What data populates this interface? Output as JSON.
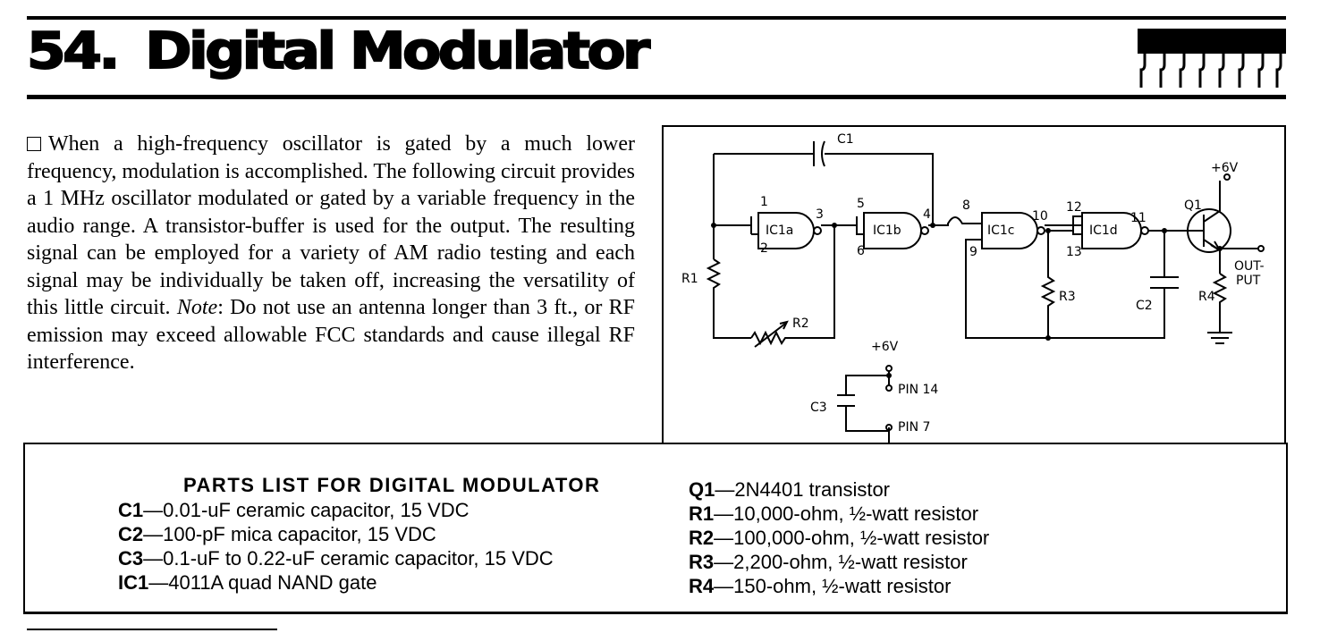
{
  "title": {
    "number": "54.",
    "text": "Digital Modulator"
  },
  "description": {
    "before_note": "When a high-frequency oscillator is gated by a much lower frequency, modulation is accomplished. The following circuit provides a 1 MHz oscillator modulated or gated by a variable frequency in the audio range. A transistor-buffer is used for the output. The resulting signal can be employed for a variety of AM radio testing and each signal may be individually be taken off, increasing the versatility of this little circuit.",
    "note_label": "Note",
    "after_note": ": Do not use an antenna longer than 3 ft., or RF emission may exceed allowable FCC standards and cause illegal RF interference."
  },
  "schematic": {
    "labels": {
      "c1": "C1",
      "c2": "C2",
      "c3": "C3",
      "r1": "R1",
      "r2": "R2",
      "r3": "R3",
      "r4": "R4",
      "q1": "Q1",
      "vcc_top": "+6V",
      "vcc_bottom": "+6V",
      "output_1": "OUT-",
      "output_2": "PUT",
      "pin14": "PIN 14",
      "pin7": "PIN 7",
      "ic1a": "IC1a",
      "ic1b": "IC1b",
      "ic1c": "IC1c",
      "ic1d": "IC1d",
      "p1": "1",
      "p2": "2",
      "p3": "3",
      "p4": "4",
      "p5": "5",
      "p6": "6",
      "p8": "8",
      "p9": "9",
      "p10": "10",
      "p11": "11",
      "p12": "12",
      "p13": "13"
    }
  },
  "parts_list": {
    "heading": "PARTS LIST FOR DIGITAL MODULATOR",
    "left": [
      {
        "ref": "C1",
        "desc": "—0.01-uF ceramic capacitor, 15 VDC"
      },
      {
        "ref": "C2",
        "desc": "—100-pF mica capacitor, 15 VDC"
      },
      {
        "ref": "C3",
        "desc": "—0.1-uF to 0.22-uF ceramic capacitor, 15 VDC"
      },
      {
        "ref": "IC1",
        "desc": "—4011A quad NAND gate"
      }
    ],
    "right": [
      {
        "ref": "Q1",
        "desc": "—2N4401 transistor"
      },
      {
        "ref": "R1",
        "desc": "—10,000-ohm, ½-watt resistor"
      },
      {
        "ref": "R2",
        "desc": "—100,000-ohm, ½-watt resistor"
      },
      {
        "ref": "R3",
        "desc": "—2,200-ohm, ½-watt resistor"
      },
      {
        "ref": "R4",
        "desc": "—150-ohm, ½-watt resistor"
      }
    ]
  }
}
